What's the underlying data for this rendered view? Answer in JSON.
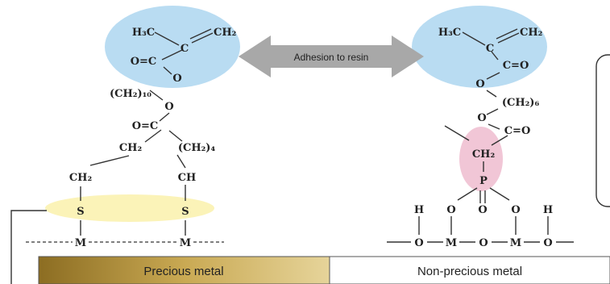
{
  "arrow": {
    "label": "Adhesion to resin"
  },
  "bar": {
    "precious_label": "Precious metal",
    "nonprecious_label": "Non-precious metal"
  },
  "left_molecule": {
    "ch3": "H₃C",
    "ch2_top": "CH₂",
    "c_top": "C",
    "oc": "O=C",
    "o1": "O",
    "ch2_10": "(CH₂)₁₀",
    "o2": "O",
    "oc2": "O=C",
    "ch2_left": "CH₂",
    "ch2_4": "(CH₂)₄",
    "ch2_low": "CH₂",
    "ch": "CH",
    "s1": "S",
    "s2": "S",
    "m1": "M",
    "m2": "M"
  },
  "right_molecule": {
    "ch3": "H₃C",
    "ch2_top": "CH₂",
    "c_top": "C",
    "co": "C=O",
    "o1": "O",
    "ch2_6": "(CH₂)₆",
    "o2": "O",
    "co2": "C=O",
    "ch2_p": "CH₂",
    "p": "P",
    "h1": "H",
    "o_a": "O",
    "o_b": "O",
    "o_c": "O",
    "h2": "H",
    "o_b1": "O",
    "m1": "M",
    "o_b2": "O",
    "m2": "M",
    "o_b3": "O"
  },
  "colors": {
    "blue_highlight": "#b9dcf2",
    "yellow_highlight": "#fbf3b8",
    "pink_highlight": "#f1c6d6",
    "arrow_gray": "#a8a8a8",
    "gold_bar": "#a88a3c"
  }
}
